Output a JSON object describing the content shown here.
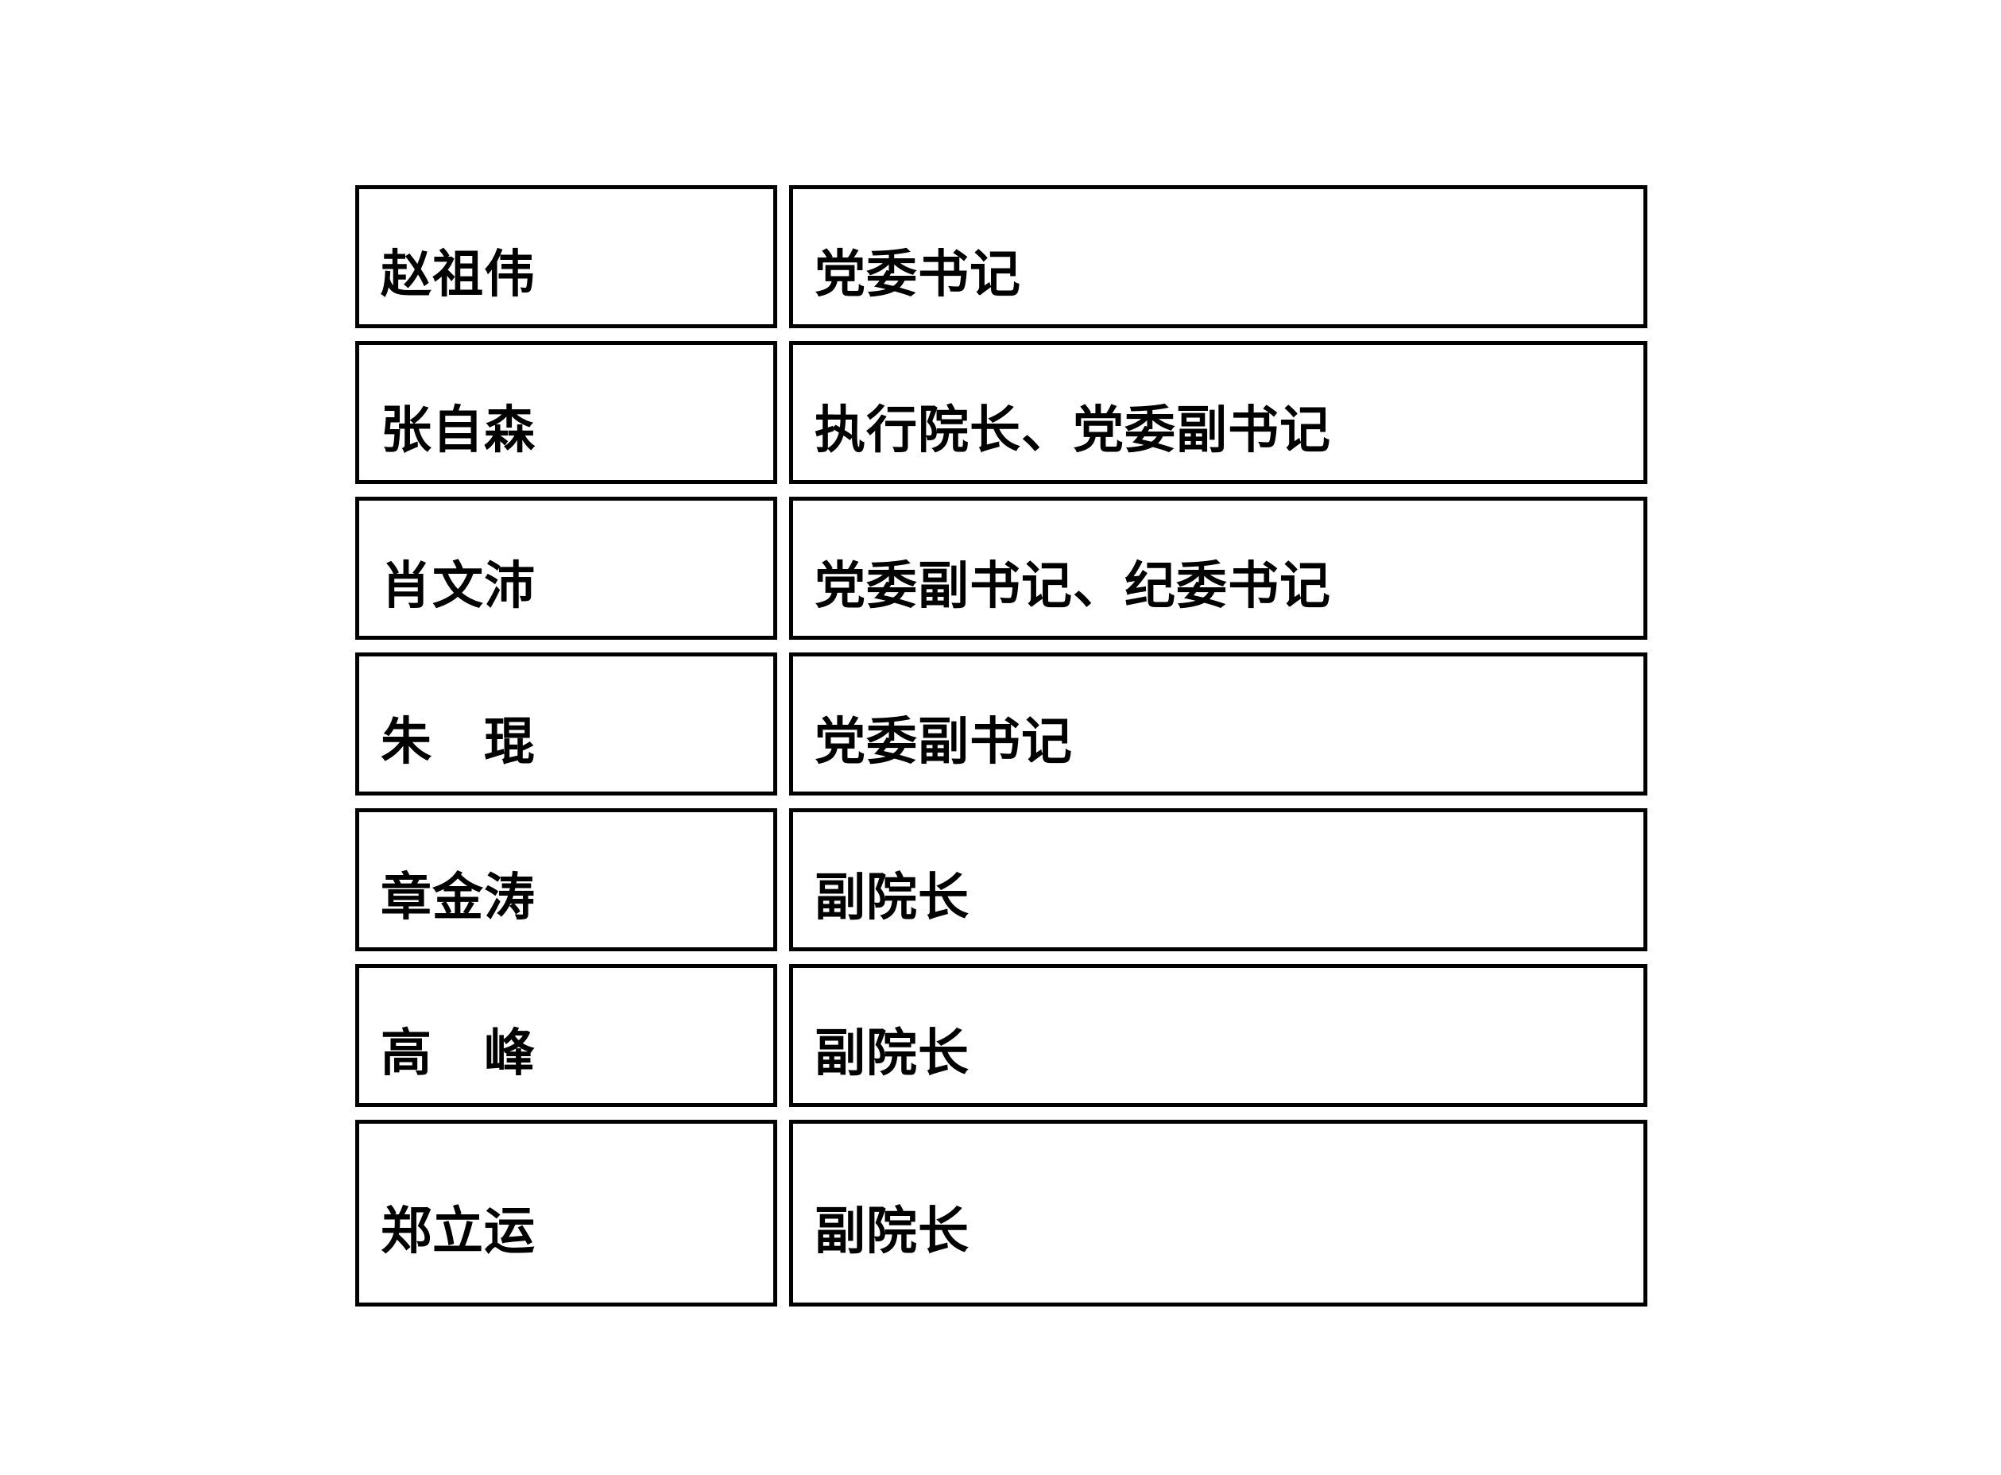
{
  "table": {
    "columns": [
      "name",
      "title"
    ],
    "rows": [
      {
        "name": "赵祖伟",
        "title": "党委书记"
      },
      {
        "name": "张自森",
        "title": "执行院长、党委副书记"
      },
      {
        "name": "肖文沛",
        "title": "党委副书记、纪委书记"
      },
      {
        "name": "朱　琨",
        "title": "党委副书记"
      },
      {
        "name": "章金涛",
        "title": "副院长"
      },
      {
        "name": "高　峰",
        "title": "副院长"
      },
      {
        "name": "郑立运",
        "title": "副院长"
      }
    ]
  },
  "colors": {
    "background": "#ffffff",
    "border": "#000000",
    "text": "#000000"
  }
}
